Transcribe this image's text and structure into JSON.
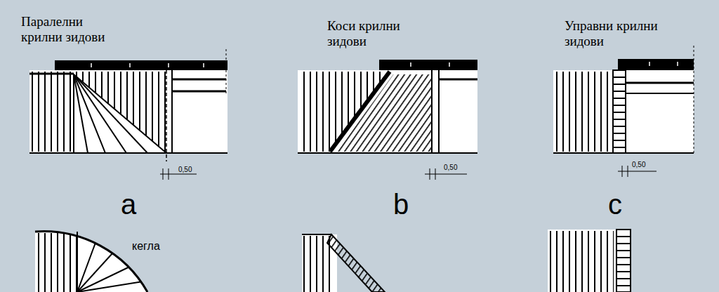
{
  "diagram": {
    "labels": [
      "Паралелни крилни зидови",
      "Коси крилни зидови",
      "Управни крилни зидови",
      "0,50",
      "0,50",
      "0,50",
      "a",
      "b",
      "c",
      "кегла"
    ]
  }
}
